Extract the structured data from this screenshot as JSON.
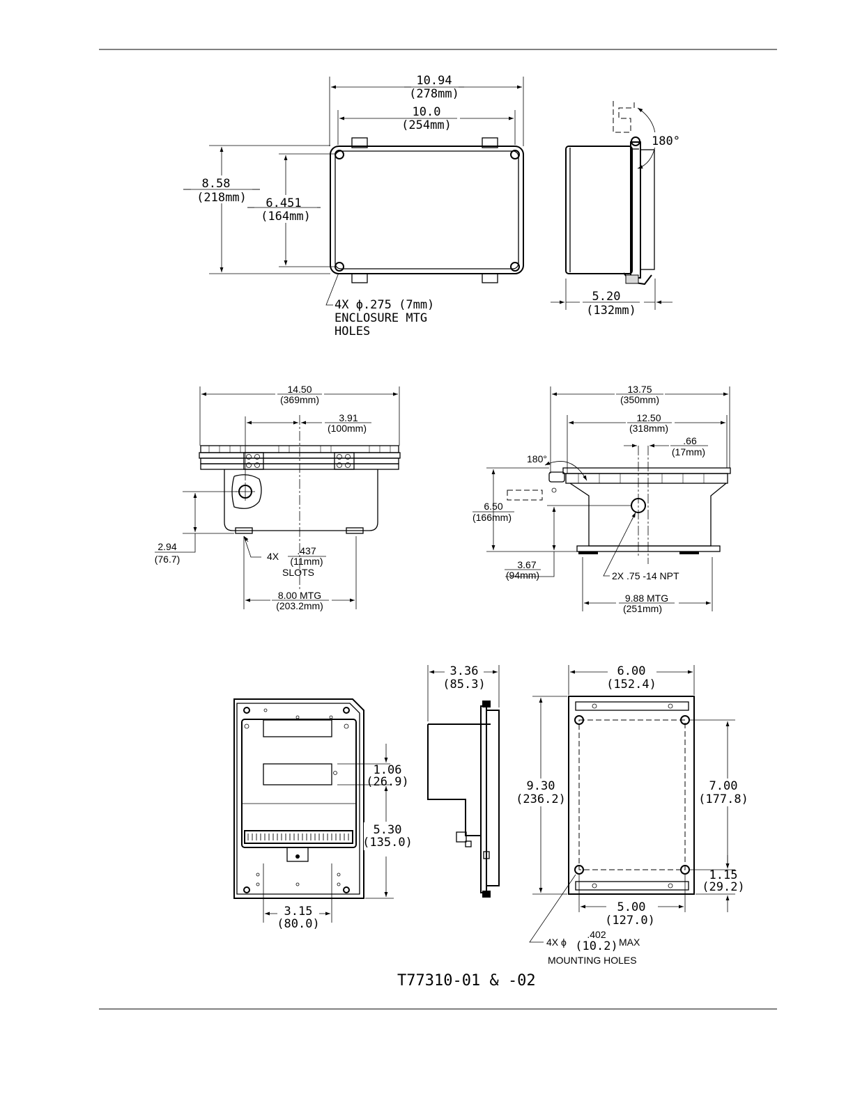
{
  "drawing": {
    "top_front": {
      "width_overall": "10.94",
      "width_overall_mm": "(278mm)",
      "width_inner": "10.0",
      "width_inner_mm": "(254mm)",
      "height_overall": "8.58",
      "height_overall_mm": "(218mm)",
      "height_inner": "6.451",
      "height_inner_mm": "(164mm)",
      "holes_line1": "4X ϕ.275 (7mm)",
      "holes_line2": "ENCLOSURE MTG",
      "holes_line3": "HOLES"
    },
    "top_side": {
      "rotation": "180°",
      "depth": "5.20",
      "depth_mm": "(132mm)"
    },
    "mid_left": {
      "width": "14.50",
      "width_mm": "(369mm)",
      "offset": "3.91",
      "offset_mm": "(100mm)",
      "height": "2.94",
      "height_mm": "(76.7)",
      "slots_line1": "4X",
      "slots_value": ".437",
      "slots_mm": "(11mm)",
      "slots_line2": "SLOTS",
      "mtg": "8.00 MTG",
      "mtg_mm": "(203.2mm)"
    },
    "mid_right": {
      "width": "13.75",
      "width_mm": "(350mm)",
      "width_inner": "12.50",
      "width_inner_mm": "(318mm)",
      "offset": ".66",
      "offset_mm": "(17mm)",
      "rotation": "180°",
      "height": "6.50",
      "height_mm": "(166mm)",
      "low": "3.67",
      "low_mm": "(94mm)",
      "npt": "2X .75 -14 NPT",
      "mtg": "9.88 MTG",
      "mtg_mm": "(251mm)"
    },
    "bottom_board": {
      "gap": "1.06",
      "gap_mm": "(26.9)",
      "height": "5.30",
      "height_mm": "(135.0)",
      "width": "3.15",
      "width_mm": "(80.0)"
    },
    "bottom_side": {
      "depth": "3.36",
      "depth_mm": "(85.3)"
    },
    "bottom_plate": {
      "width": "6.00",
      "width_mm": "(152.4)",
      "height": "9.30",
      "height_mm": "(236.2)",
      "hole_spacing_v": "7.00",
      "hole_spacing_v_mm": "(177.8)",
      "edge": "1.15",
      "edge_mm": "(29.2)",
      "hole_spacing_h": "5.00",
      "hole_spacing_h_mm": "(127.0)",
      "holes_prefix": "4X ϕ",
      "holes_value": ".402",
      "holes_mm": "(10.2)",
      "holes_suffix": "MAX",
      "holes_line2": "MOUNTING HOLES"
    },
    "title": "T77310-01 & -02"
  }
}
